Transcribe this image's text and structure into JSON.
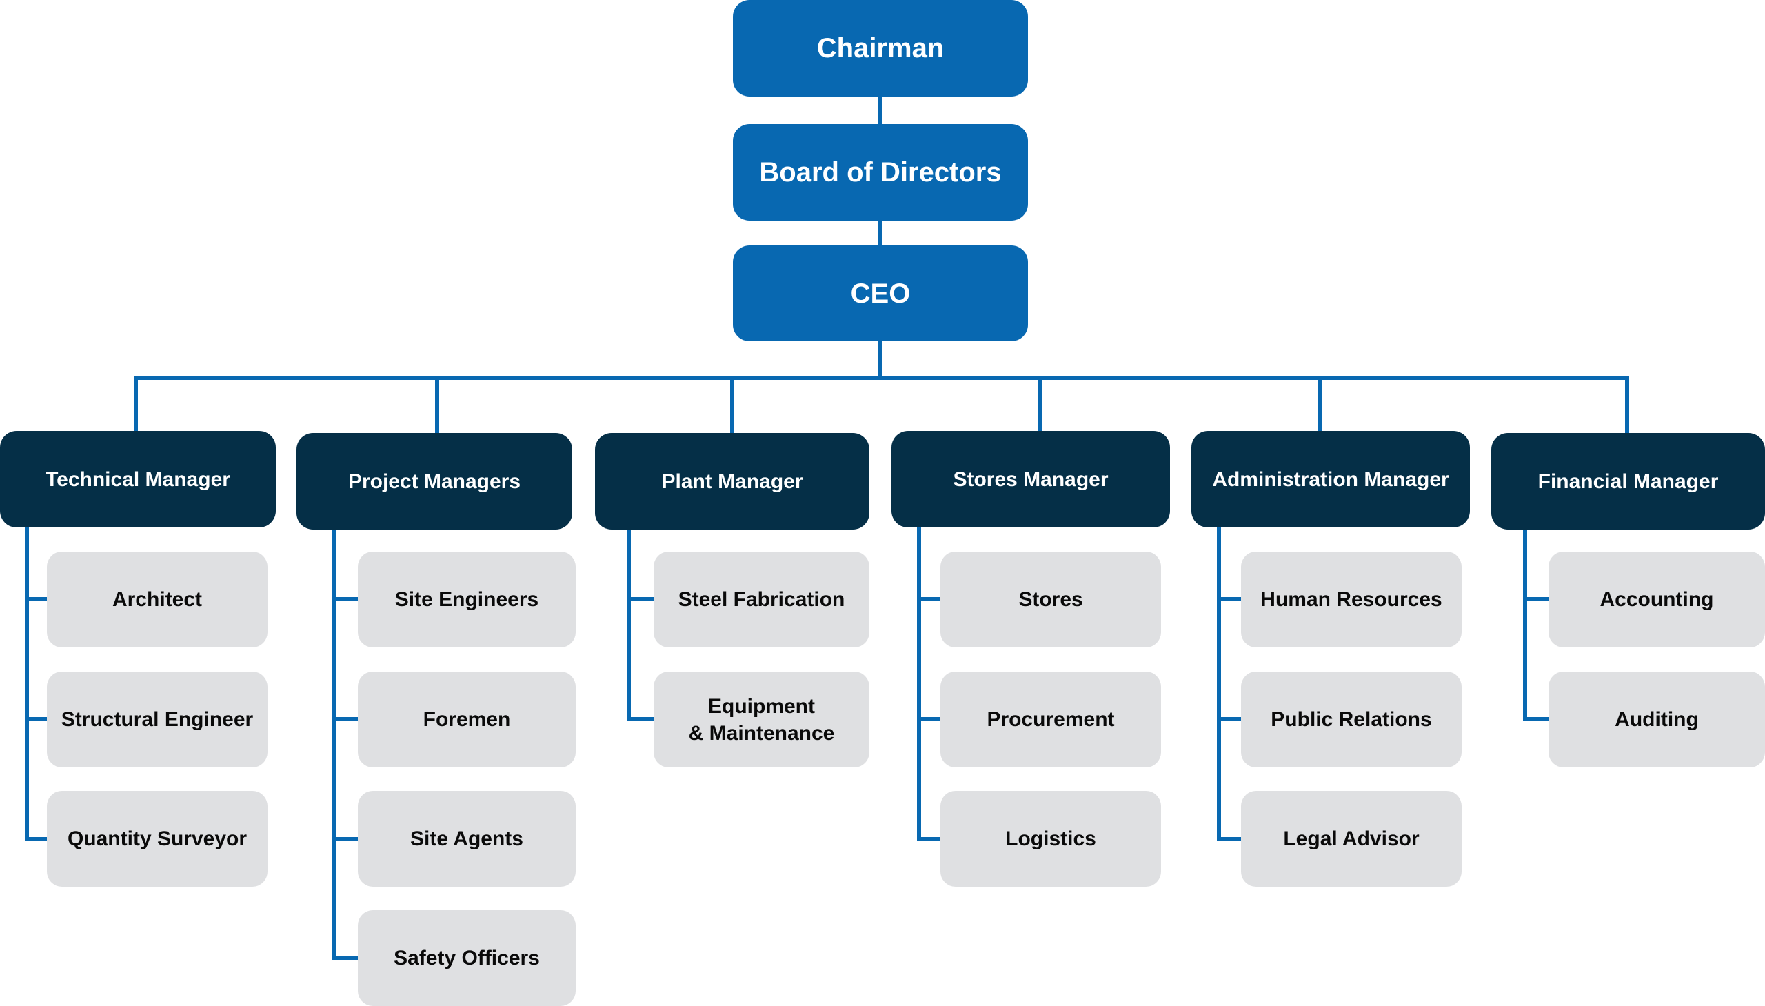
{
  "colors": {
    "top_box": "#0868b1",
    "manager_box": "#052f47",
    "sub_box": "#dfe0e2",
    "connector": "#0868b1"
  },
  "executives": [
    "Chairman",
    "Board of Directors",
    "CEO"
  ],
  "departments": [
    {
      "manager": "Technical Manager",
      "units": [
        "Architect",
        "Structural Engineer",
        "Quantity Surveyor"
      ]
    },
    {
      "manager": "Project Managers",
      "units": [
        "Site Engineers",
        "Foremen",
        "Site Agents",
        "Safety Officers"
      ]
    },
    {
      "manager": "Plant Manager",
      "units": [
        "Steel Fabrication",
        "Equipment\n& Maintenance"
      ]
    },
    {
      "manager": "Stores Manager",
      "units": [
        "Stores",
        "Procurement",
        "Logistics"
      ]
    },
    {
      "manager": "Administration Manager",
      "units": [
        "Human Resources",
        "Public Relations",
        "Legal Advisor"
      ]
    },
    {
      "manager": "Financial Manager",
      "units": [
        "Accounting",
        "Auditing"
      ]
    }
  ]
}
